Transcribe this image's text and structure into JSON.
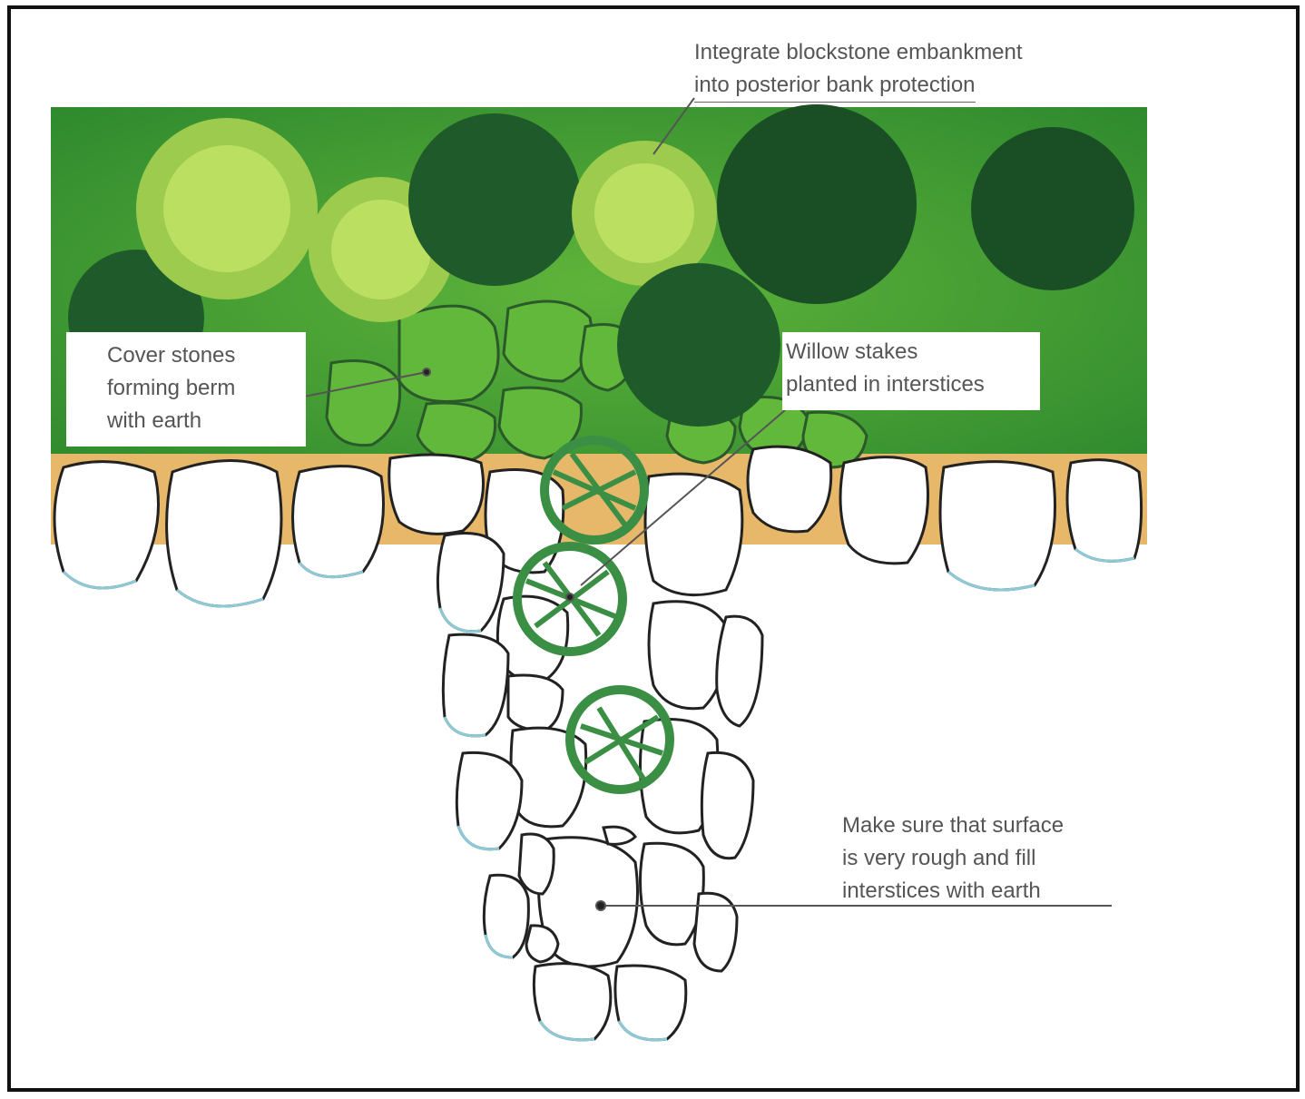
{
  "labels": {
    "integrate": {
      "line1": "Integrate blockstone embankment",
      "line2": "into posterior bank protection"
    },
    "cover": {
      "line1": "Cover stones",
      "line2": "forming berm",
      "line3": "with earth"
    },
    "willow": {
      "line1": "Willow stakes",
      "line2": "planted in interstices"
    },
    "surface": {
      "line1": "Make sure that surface",
      "line2": "is very rough and fill",
      "line3": "interstices with earth"
    }
  },
  "colors": {
    "grass": "#3f9a32",
    "grass_light": "#6cbf3a",
    "tree_dark": "#1f5a2a",
    "tree_light": "#c9e86a",
    "earth": "#e8b86a",
    "stone_fill": "#ffffff",
    "stone_edge_blue": "#8ec9d6",
    "willow_green": "#3b8f45"
  }
}
